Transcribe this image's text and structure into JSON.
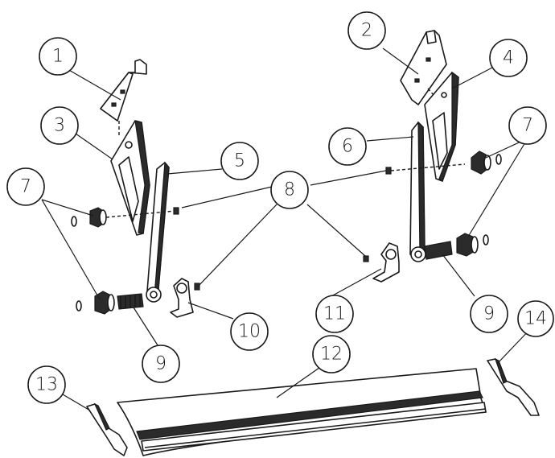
{
  "callouts": [
    {
      "id": "c1",
      "label": "1"
    },
    {
      "id": "c2",
      "label": "2"
    },
    {
      "id": "c3",
      "label": "3"
    },
    {
      "id": "c4",
      "label": "4"
    },
    {
      "id": "c5",
      "label": "5"
    },
    {
      "id": "c6",
      "label": "6"
    },
    {
      "id": "c7a",
      "label": "7"
    },
    {
      "id": "c7b",
      "label": "7"
    },
    {
      "id": "c8",
      "label": "8"
    },
    {
      "id": "c9a",
      "label": "9"
    },
    {
      "id": "c9b",
      "label": "9"
    },
    {
      "id": "c10",
      "label": "10"
    },
    {
      "id": "c11",
      "label": "11"
    },
    {
      "id": "c12",
      "label": "12"
    },
    {
      "id": "c13",
      "label": "13"
    },
    {
      "id": "c14",
      "label": "14"
    }
  ],
  "colors": {
    "line": "#1a1a1a",
    "dark": "#2b2b2b",
    "background": "#ffffff"
  }
}
